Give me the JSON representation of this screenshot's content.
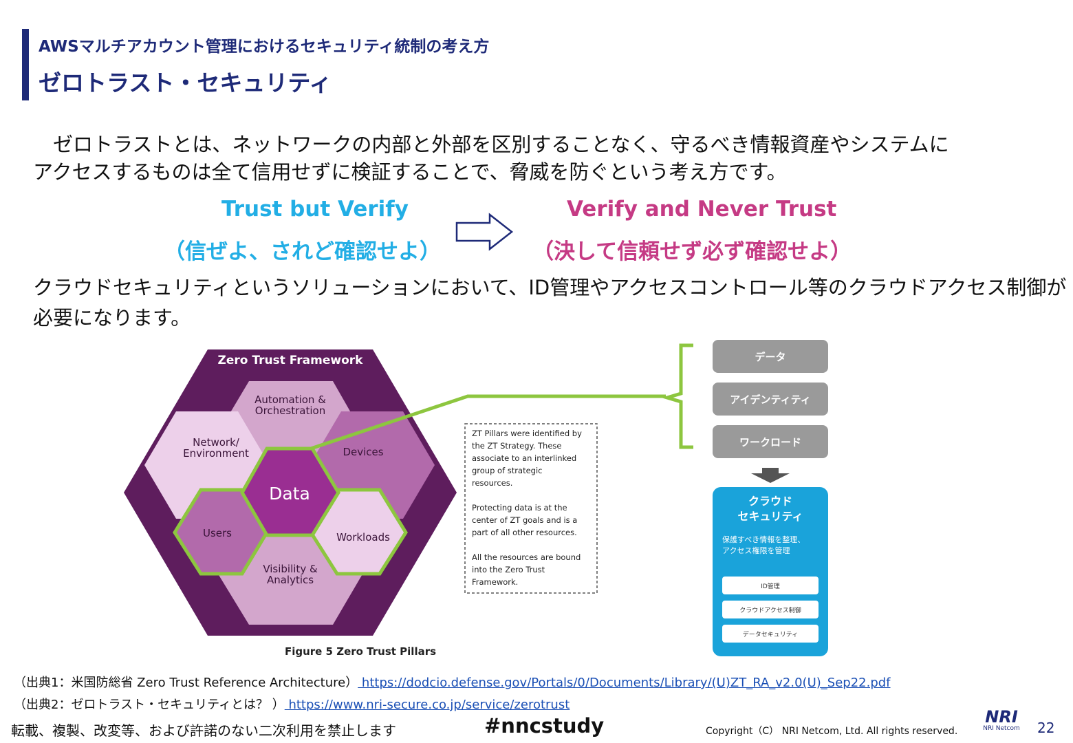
{
  "header": {
    "subtitle": "AWSマルチアカウント管理におけるセキュリティ統制の考え方",
    "title": "ゼロトラスト・セキュリティ"
  },
  "intro": {
    "line1": "　ゼロトラストとは、ネットワークの内部と外部を区別することなく、守るべき情報資産やシステムに",
    "line2": "アクセスするものは全て信用せずに検証することで、脅威を防ぐという考え方です。"
  },
  "comparison": {
    "left_en": "Trust but Verify",
    "left_ja": "（信ぜよ、されど確認せよ）",
    "right_en": "Verify and Never Trust",
    "right_ja": "（決して信頼せず必ず確認せよ）"
  },
  "cloud_para": {
    "line1": "クラウドセキュリティというソリューションにおいて、ID管理やアクセスコントロール等のクラウドアクセス制御が",
    "line2": "必要になります。"
  },
  "framework": {
    "title": "Zero Trust Framework",
    "automation_l1": "Automation &",
    "automation_l2": "Orchestration",
    "network_l1": "Network/",
    "network_l2": "Environment",
    "devices": "Devices",
    "data": "Data",
    "users": "Users",
    "workloads": "Workloads",
    "visibility_l1": "Visibility &",
    "visibility_l2": "Analytics",
    "caption": "Figure 5 Zero Trust Pillars",
    "note": [
      "ZT Pillars were identified by",
      "the ZT Strategy. These",
      "associate to an interlinked",
      "group of  strategic",
      "resources.",
      "",
      "Protecting data is at the",
      "center of ZT goals and is a",
      "part of all other resources.",
      "",
      "All the resources are bound",
      "into the Zero Trust",
      "Framework."
    ]
  },
  "pillars": {
    "items": [
      "データ",
      "アイデンティティ",
      "ワークロード"
    ],
    "cloud_title_l1": "クラウド",
    "cloud_title_l2": "セキュリティ",
    "cloud_desc_l1": "保護すべき情報を整理、",
    "cloud_desc_l2": "アクセス権限を管理",
    "cloud_items": [
      "ID管理",
      "クラウドアクセス制御",
      "データセキュリティ"
    ]
  },
  "sources": {
    "s1_label": "（出典1：米国防総省 Zero Trust Reference Architecture）",
    "s1_url": " https://dodcio.defense.gov/Portals/0/Documents/Library/(U)ZT_RA_v2.0(U)_Sep22.pdf",
    "s2_label": "（出典2：ゼロトラスト・セキュリティとは？ ）",
    "s2_url": " https://www.nri-secure.co.jp/service/zerotrust"
  },
  "footer": {
    "notice": "転載、複製、改変等、および許諾のない二次利用を禁止します",
    "hashtag": "#nncstudy",
    "copyright": "Copyright（C） NRI Netcom, Ltd. All rights reserved.",
    "logo_big": "NRI",
    "logo_small": "NRI Netcom",
    "page": "22"
  },
  "colors": {
    "navy": "#1e2a78",
    "trust_blue": "#22aee5",
    "verify_pink": "#c53a84",
    "frame_purple": "#5e1d5d",
    "highlight_green": "#8dc63f",
    "cloud_blue": "#1aa3da",
    "pillar_gray": "#9a9a9a"
  }
}
